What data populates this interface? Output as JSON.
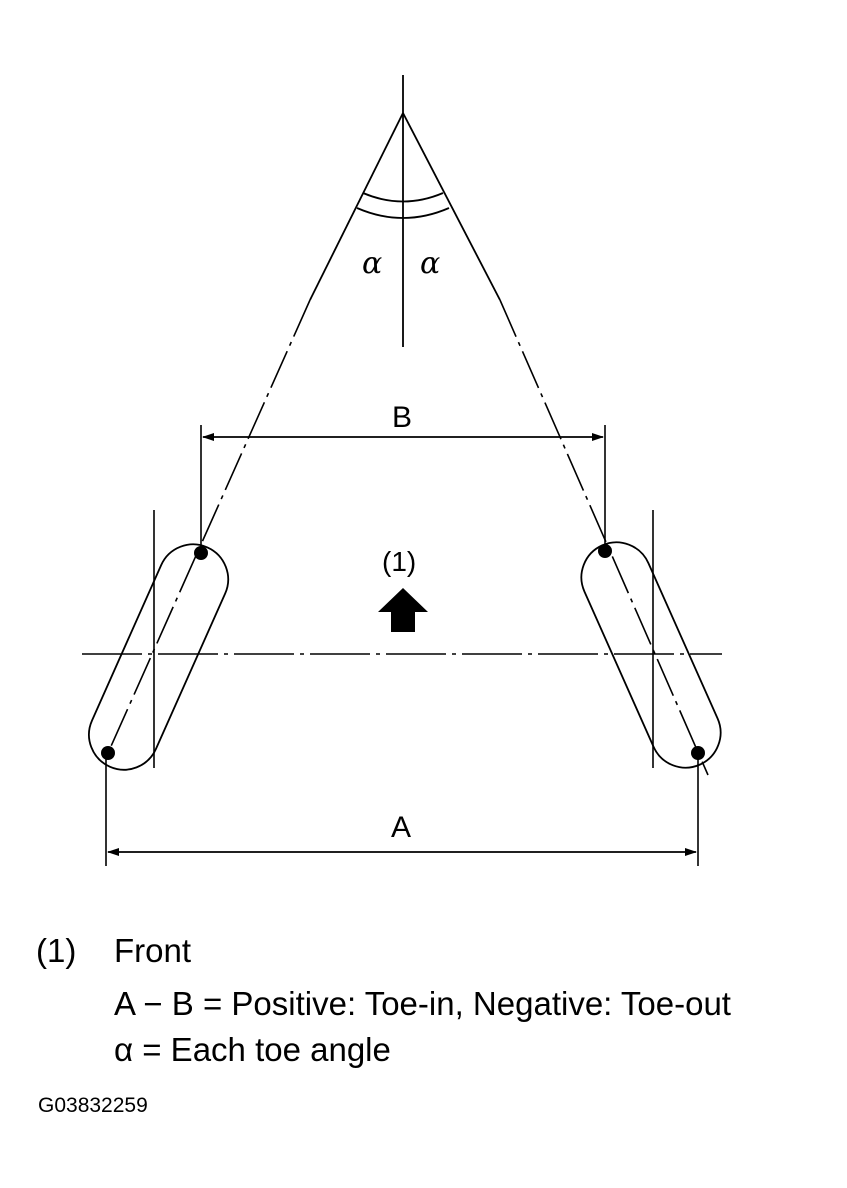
{
  "diagram": {
    "labels": {
      "alpha_left": "α",
      "alpha_right": "α",
      "B": "B",
      "A": "A",
      "front_marker": "(1)"
    }
  },
  "legend": {
    "items": [
      {
        "ref": "(1)",
        "text": "Front"
      }
    ],
    "notes": [
      "A − B = Positive: Toe-in, Negative: Toe-out",
      "α = Each toe angle"
    ]
  },
  "figure_code": "G03832259"
}
